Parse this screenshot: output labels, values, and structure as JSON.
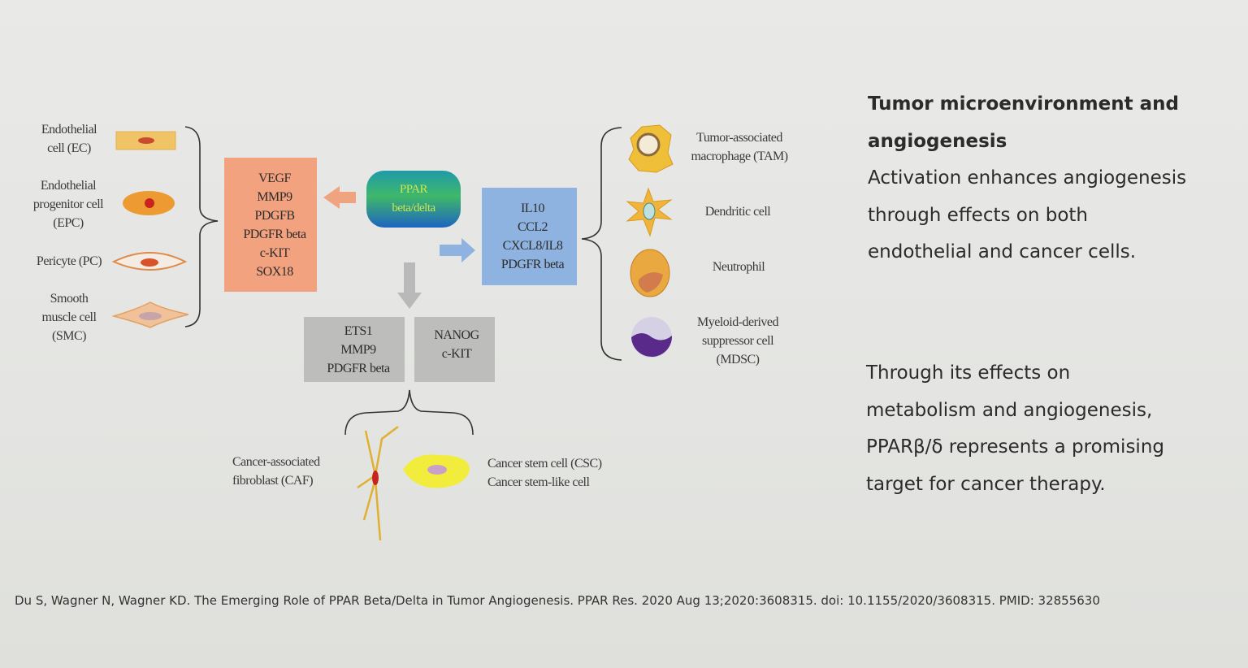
{
  "left_cells": [
    {
      "label_lines": [
        "Endothelial",
        "cell (EC)"
      ]
    },
    {
      "label_lines": [
        "Endothelial",
        "progenitor cell",
        "(EPC)"
      ]
    },
    {
      "label_lines": [
        "Pericyte (PC)"
      ]
    },
    {
      "label_lines": [
        "Smooth",
        "muscle cell",
        "(SMC)"
      ]
    }
  ],
  "orange_box": [
    "VEGF",
    "MMP9",
    "PDGFB",
    "PDGFR beta",
    "c-KIT",
    "SOX18"
  ],
  "ppar_box": [
    "PPAR",
    "beta/delta"
  ],
  "blue_box": [
    "IL10",
    "CCL2",
    "CXCL8/IL8",
    "PDGFR beta"
  ],
  "gray_box_1": [
    "ETS1",
    "MMP9",
    "PDGFR beta"
  ],
  "gray_box_2": [
    "NANOG",
    "c-KIT"
  ],
  "immune_cells": [
    {
      "label_lines": [
        "Tumor-associated",
        "macrophage (TAM)"
      ]
    },
    {
      "label_lines": [
        "Dendritic cell"
      ]
    },
    {
      "label_lines": [
        "Neutrophil"
      ]
    },
    {
      "label_lines": [
        "Myeloid-derived",
        "suppressor cell",
        "(MDSC)"
      ]
    }
  ],
  "caf_label": [
    "Cancer-associated",
    "fibroblast (CAF)"
  ],
  "csc_label": [
    "Cancer stem cell (CSC)",
    "Cancer stem-like cell"
  ],
  "side_text": {
    "heading_1": "Tumor microenvironment and",
    "heading_2": "angiogenesis",
    "para1": [
      "Activation enhances angiogenesis",
      "through effects on both",
      "endothelial and cancer cells."
    ],
    "para2": [
      "Through its effects on",
      "metabolism and angiogenesis,",
      "PPARβ/δ represents a promising",
      "target for cancer therapy."
    ]
  },
  "citation": "Du S, Wagner N, Wagner KD. The Emerging Role of PPAR Beta/Delta in Tumor Angiogenesis. PPAR Res. 2020 Aug 13;2020:3608315. doi: 10.1155/2020/3608315. PMID: 32855630",
  "colors": {
    "orange": "#f2a27e",
    "blue": "#8fb3e0",
    "gray": "#bdbdbb",
    "ppar_text": "#c9e84a"
  }
}
